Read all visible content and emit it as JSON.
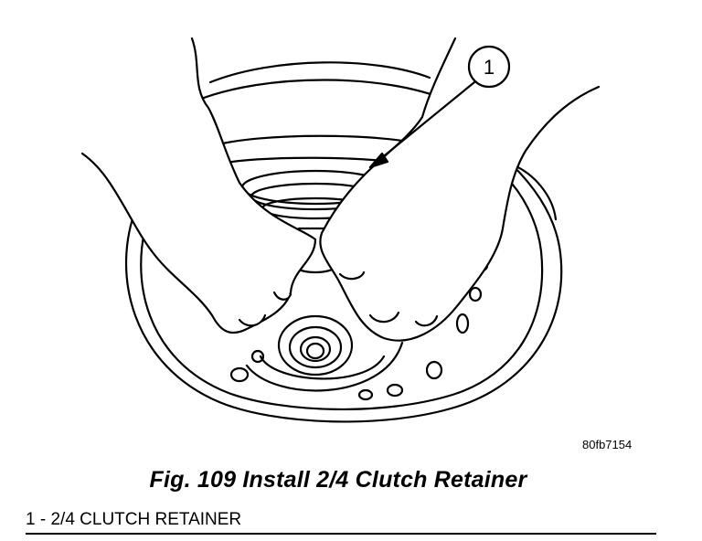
{
  "figure": {
    "callout_number": "1",
    "image_code": "80fb7154",
    "depiction": "hands-installing-clutch-retainer"
  },
  "caption": "Fig. 109 Install 2/4 Clutch Retainer",
  "legend": [
    {
      "number": "1",
      "separator": "-",
      "text": "2/4 CLUTCH RETAINER"
    }
  ]
}
